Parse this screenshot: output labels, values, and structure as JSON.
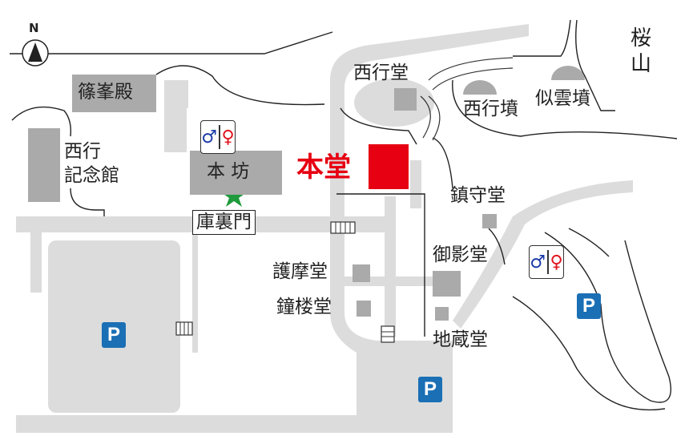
{
  "compass": {
    "label": "N"
  },
  "buildings": {
    "shihoden": "篠峯殿",
    "saigyo_kinenkan_line1": "西行",
    "saigyo_kinenkan_line2": "記念館",
    "honbo": "本 坊",
    "kurimon": "庫裏門",
    "hondo": "本堂",
    "saigyodo": "西行堂",
    "saigyo_fun": "西行墳",
    "jiun_fun": "似雲墳",
    "sakurayama_line1": "桜",
    "sakurayama_line2": "山",
    "chinjudo": "鎮守堂",
    "mieido": "御影堂",
    "gomado": "護摩堂",
    "shorodo": "鐘楼堂",
    "jizodo": "地蔵堂"
  },
  "parking": {
    "label": "P"
  },
  "colors": {
    "hondo": "#e60012",
    "parking": "#1a6fb5",
    "road": "#dcdcdc",
    "building": "#aaaaaa",
    "star": "#1f9a3c"
  }
}
